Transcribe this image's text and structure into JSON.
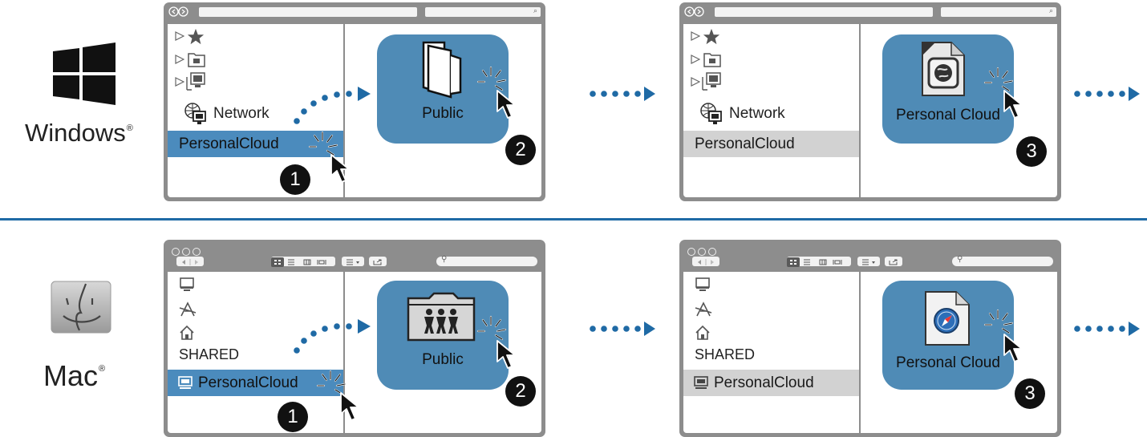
{
  "colors": {
    "accent": "#1f6aa5",
    "tile": "#4f8bb6",
    "selection_active": "#4b8bbd",
    "selection_inactive": "#d2d2d2",
    "window_frame": "#8d8d8d"
  },
  "windows_section": {
    "os_label": "Windows",
    "os_mark": "®",
    "logo_icon": "windows-logo-icon",
    "step1": {
      "sidebar_items": [
        "star-icon",
        "folder-icon",
        "computer-icon"
      ],
      "network_label": "Network",
      "selected_item": "PersonalCloud",
      "tile_label": "Public",
      "tile_icon": "folder-icon",
      "badge_1": "1",
      "badge_2": "2"
    },
    "step2": {
      "network_label": "Network",
      "selected_item": "PersonalCloud",
      "tile_label": "Personal Cloud",
      "tile_icon": "web-document-icon",
      "badge_3": "3"
    }
  },
  "mac_section": {
    "os_label": "Mac",
    "os_mark": "®",
    "logo_icon": "finder-logo-icon",
    "step1": {
      "sidebar_items": [
        "monitor-icon",
        "applications-icon",
        "home-icon"
      ],
      "shared_label": "SHARED",
      "selected_item": "PersonalCloud",
      "tile_label": "Public",
      "tile_icon": "shared-folder-icon",
      "badge_1": "1",
      "badge_2": "2"
    },
    "step2": {
      "shared_label": "SHARED",
      "selected_item": "PersonalCloud",
      "tile_label": "Personal Cloud",
      "tile_icon": "safari-document-icon",
      "badge_3": "3"
    }
  }
}
